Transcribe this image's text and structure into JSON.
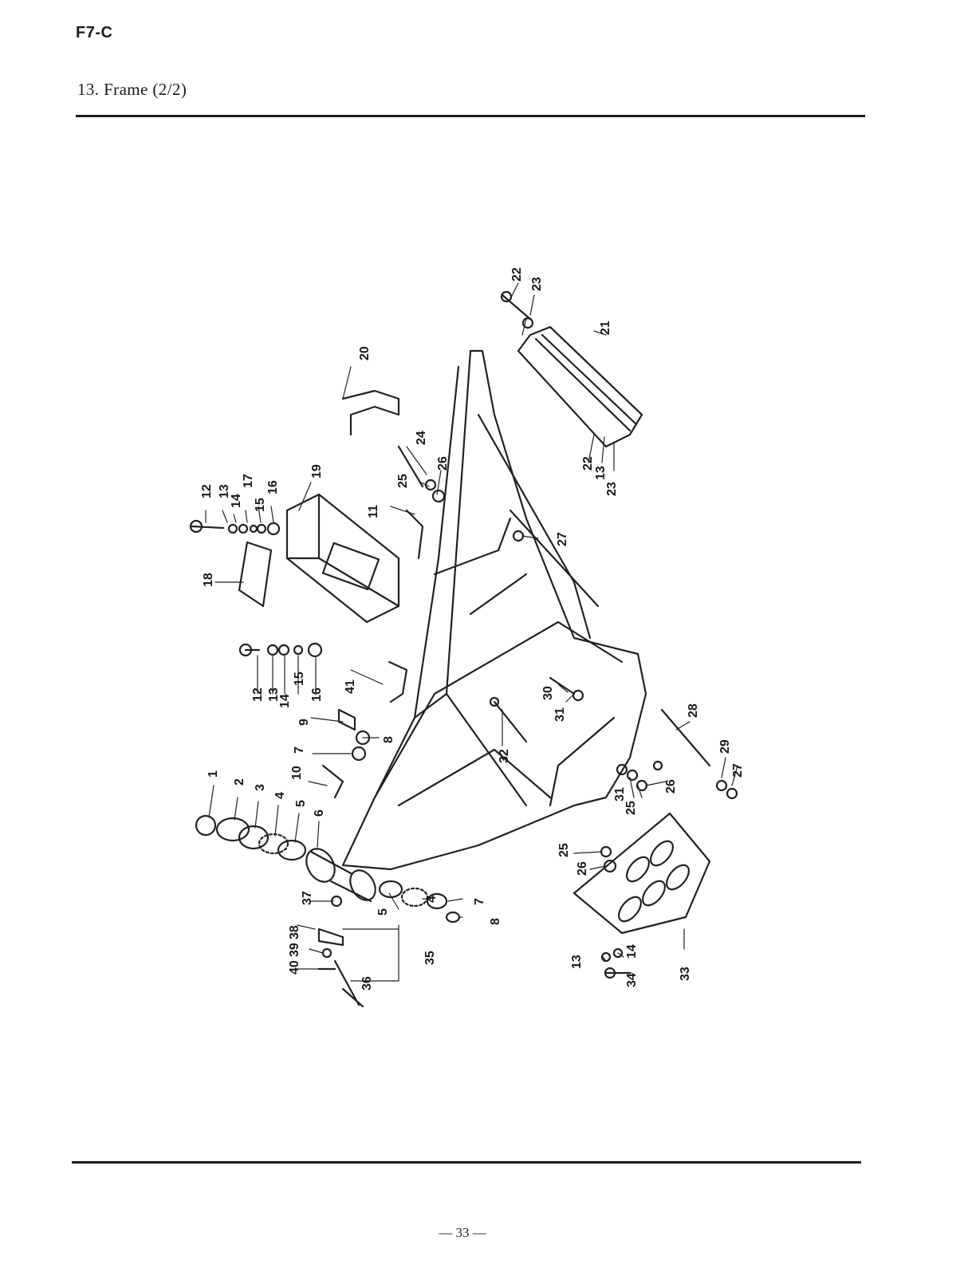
{
  "header": {
    "model_code": "F7-C",
    "section_title": "13.  Frame (2/2)"
  },
  "footer": {
    "page_number": "— 33 —"
  },
  "diagram": {
    "part_labels": [
      "1",
      "2",
      "3",
      "4",
      "5",
      "6",
      "7",
      "8",
      "9",
      "10",
      "11",
      "12",
      "13",
      "14",
      "15",
      "16",
      "17",
      "18",
      "19",
      "20",
      "21",
      "22",
      "23",
      "24",
      "25",
      "26",
      "27",
      "28",
      "29",
      "30",
      "31",
      "32",
      "33",
      "34",
      "35",
      "36",
      "37",
      "38",
      "39",
      "40",
      "41",
      "12",
      "13",
      "14",
      "15",
      "16",
      "22",
      "23",
      "13",
      "25",
      "26",
      "27",
      "31",
      "25",
      "26",
      "5",
      "4",
      "7",
      "8",
      "13",
      "14"
    ]
  }
}
